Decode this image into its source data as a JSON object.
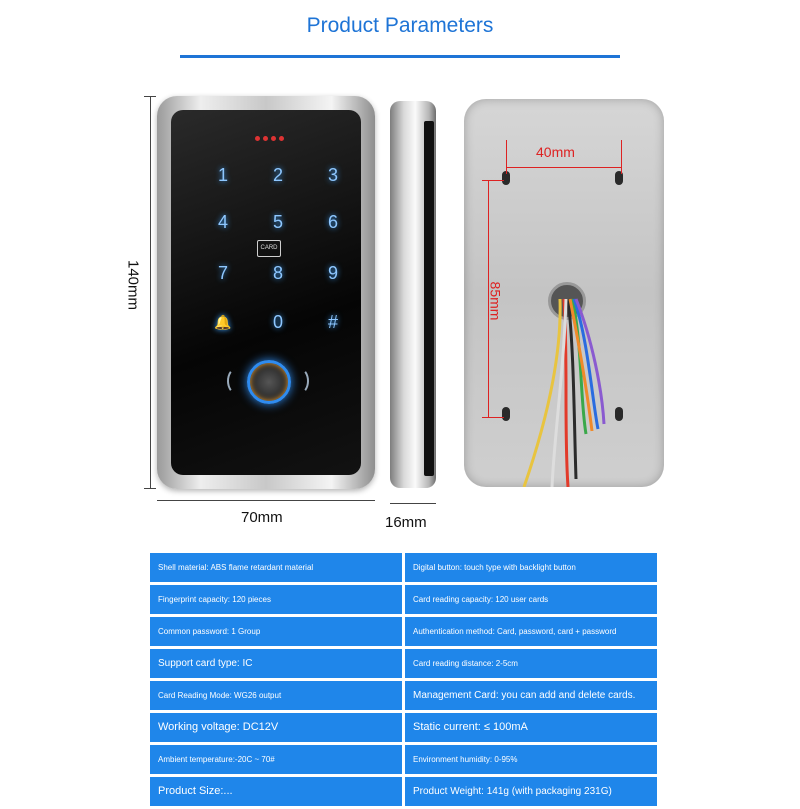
{
  "title": "Product Parameters",
  "dimensions": {
    "height": "140mm",
    "width": "70mm",
    "depth": "16mm",
    "hole_spacing_h": "40mm",
    "hole_spacing_v": "85mm"
  },
  "keypad": {
    "keys": [
      "1",
      "2",
      "3",
      "4",
      "5",
      "6",
      "7",
      "8",
      "9",
      "🔔",
      "0",
      "#"
    ],
    "card_label": "CARD"
  },
  "specs": [
    {
      "left": "Shell material: ABS flame retardant material",
      "right": "Digital button: touch type with backlight button"
    },
    {
      "left": "Fingerprint capacity: 120 pieces",
      "right": "Card reading capacity: 120 user cards"
    },
    {
      "left": "Common password: 1 Group",
      "right": "Authentication method: Card, password, card + password"
    },
    {
      "left": "Support card type: IC",
      "right": "Card reading distance: 2-5cm"
    },
    {
      "left": "Card Reading Mode: WG26 output",
      "right": "Management Card: you can add and delete cards."
    },
    {
      "left": "Working voltage: DC12V",
      "right": "Static current: ≤ 100mA"
    },
    {
      "left": "Ambient temperature:-20C ~ 70#",
      "right": "Environment humidity: 0-95%"
    },
    {
      "left": "Product Size:...",
      "right": "Product Weight: 141g (with packaging 231G)"
    }
  ],
  "colors": {
    "accent": "#1e74d6",
    "table_bg": "#1f86ea",
    "dim_red": "#d22222"
  }
}
